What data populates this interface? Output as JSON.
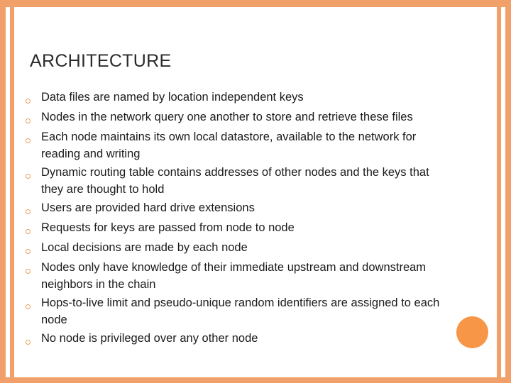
{
  "slide": {
    "title": "ARCHITECTURE",
    "bullets": [
      "Data files are named by location independent keys",
      "Nodes in the network query one another to store and retrieve these files",
      "Each node maintains its own local datastore, available to the network for reading and writing",
      "Dynamic routing table contains addresses of other nodes and the keys that they are thought to hold",
      "Users are provided hard drive extensions",
      "Requests for keys are passed from node to node",
      "Local decisions are made by each node",
      "Nodes only have knowledge of their immediate upstream and downstream neighbors in the chain",
      "Hops-to-live limit and pseudo-unique random identifiers are assigned to each node",
      "No node is privileged over any other node"
    ],
    "colors": {
      "frame": "#f2a06a",
      "accent_circle": "#f79646",
      "bullet_ring": "#e8a05c",
      "text": "#1a1a1a",
      "title_text": "#2b2b2b",
      "background": "#ffffff"
    }
  }
}
